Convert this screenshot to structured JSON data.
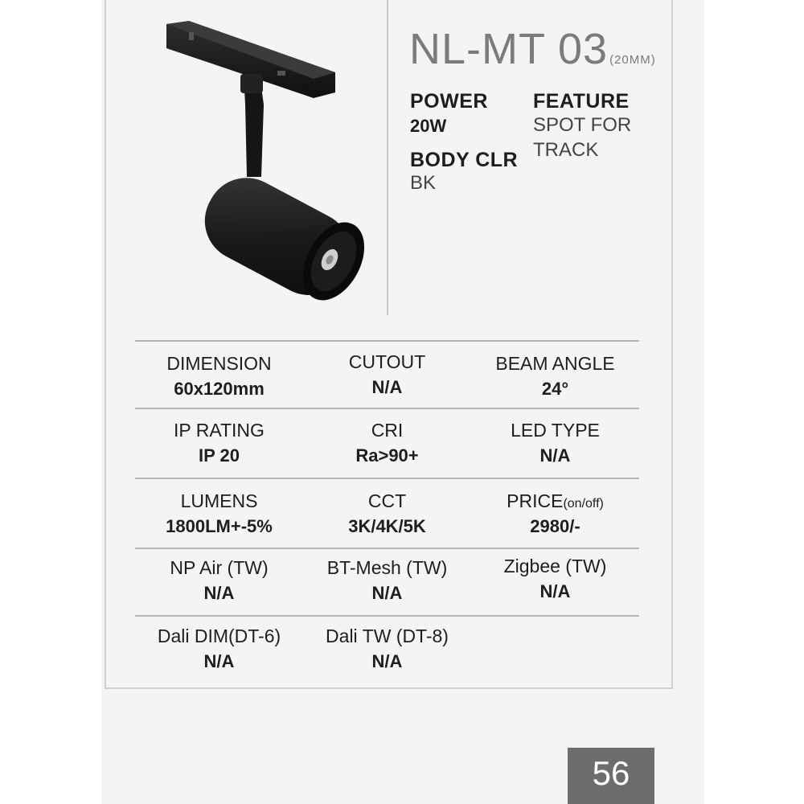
{
  "product": {
    "model_code": "NL-MT 03",
    "model_size": "(20MM)",
    "specs": {
      "power_label": "POWER",
      "power_value": "20W",
      "feature_label": "FEATURE",
      "feature_value_line1": "SPOT FOR",
      "feature_value_line2": "TRACK",
      "body_color_label": "BODY CLR",
      "body_color_value": "BK"
    }
  },
  "table": {
    "rows": [
      [
        {
          "label": "DIMENSION",
          "value": "60x120mm"
        },
        {
          "label": "CUTOUT",
          "value": "N/A"
        },
        {
          "label": "BEAM ANGLE",
          "value": "24°"
        }
      ],
      [
        {
          "label": "IP RATING",
          "value": "IP 20"
        },
        {
          "label": "CRI",
          "value": "Ra>90+"
        },
        {
          "label": "LED TYPE",
          "value": "N/A"
        }
      ],
      [
        {
          "label": "LUMENS",
          "value": "1800LM+-5%"
        },
        {
          "label": "CCT",
          "value": "3K/4K/5K"
        },
        {
          "label": "PRICE",
          "label_note": "(on/off)",
          "value": "2980/-"
        }
      ],
      [
        {
          "label": "NP Air (TW)",
          "value": "N/A"
        },
        {
          "label": "BT-Mesh (TW)",
          "value": "N/A"
        },
        {
          "label": "Zigbee (TW)",
          "value": "N/A"
        }
      ],
      [
        {
          "label": "Dali DIM(DT-6)",
          "value": "N/A"
        },
        {
          "label": "Dali TW (DT-8)",
          "value": "N/A"
        }
      ]
    ]
  },
  "page_number": "56"
}
